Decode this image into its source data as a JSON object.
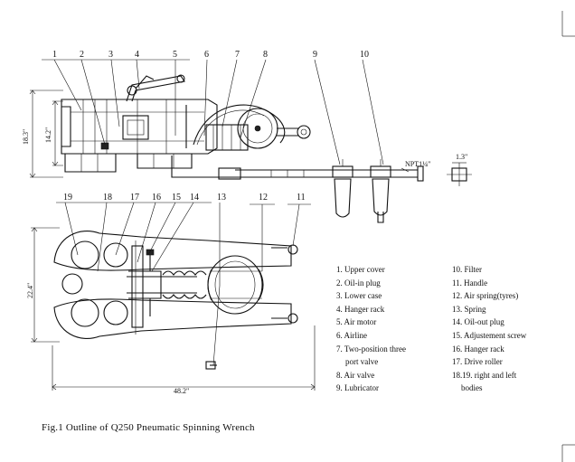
{
  "diagram": {
    "part_numbers_top": [
      "1",
      "2",
      "3",
      "4",
      "5",
      "6",
      "7",
      "8",
      "9",
      "10"
    ],
    "part_numbers_bottom": [
      "19",
      "18",
      "17",
      "16",
      "15",
      "14",
      "13",
      "12",
      "11"
    ],
    "dimensions": {
      "overall_height": "18.3\"",
      "body_height": "14.2\"",
      "width": "22.4\"",
      "length": "48.2\"",
      "pipe_thread": "NPT1¼\"",
      "pipe_size": "1.3\""
    }
  },
  "legend": {
    "left": [
      {
        "text": "1. Upper cover"
      },
      {
        "text": "2. Oil-in plug"
      },
      {
        "text": "3. Lower case"
      },
      {
        "text": "4. Hanger rack"
      },
      {
        "text": "5. Air motor"
      },
      {
        "text": "6. Airline"
      },
      {
        "text": "7. Two-position three"
      },
      {
        "text": "port valve",
        "continuation": true
      },
      {
        "text": "8. Air valve"
      },
      {
        "text": "9. Lubricator"
      }
    ],
    "right": [
      {
        "text": "10. Filter"
      },
      {
        "text": "11. Handle"
      },
      {
        "text": "12. Air spring(tyres)"
      },
      {
        "text": "13. Spring"
      },
      {
        "text": "14. Oil-out plug"
      },
      {
        "text": "15. Adjustement screw"
      },
      {
        "text": "16. Hanger rack"
      },
      {
        "text": "17. Drive roller"
      },
      {
        "text": "18.19. right and left"
      },
      {
        "text": "bodies",
        "continuation": true
      }
    ]
  },
  "caption": "Fig.1   Outline of Q250 Pneumatic Spinning Wrench"
}
